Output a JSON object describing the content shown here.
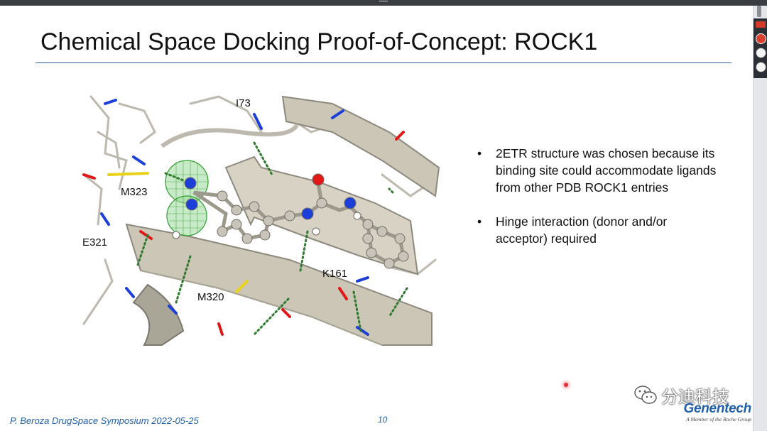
{
  "slide": {
    "title": "Chemical Space Docking Proof-of-Concept: ROCK1",
    "bullets": [
      "2ETR structure was chosen because its binding site could accommodate ligands from other PDB ROCK1 entries",
      "Hinge interaction (donor and/or acceptor) required"
    ],
    "bullet_marker": "•",
    "footer": "P. Beroza DrugSpace Symposium 2022-05-25",
    "page_number": "10"
  },
  "figure": {
    "residue_labels": {
      "i73": "I73",
      "m323": "M323",
      "e321": "E321",
      "m320": "M320",
      "k161": "K161"
    }
  },
  "watermark": {
    "text": "分迪科技",
    "icon": "wechat-icon"
  },
  "logo": {
    "brand": "Genentech",
    "tagline": "A Member of the Roche Group"
  },
  "colors": {
    "title": "#111111",
    "rule": "#2b5b8a",
    "footer": "#1f5fa8",
    "ribbon": "#cbc6b6",
    "nitrogen": "#1b3fd8",
    "oxygen": "#e01818",
    "sulfur": "#e8d21a",
    "mesh": "#2f9e2f",
    "hbond": "#2f7a2f"
  }
}
